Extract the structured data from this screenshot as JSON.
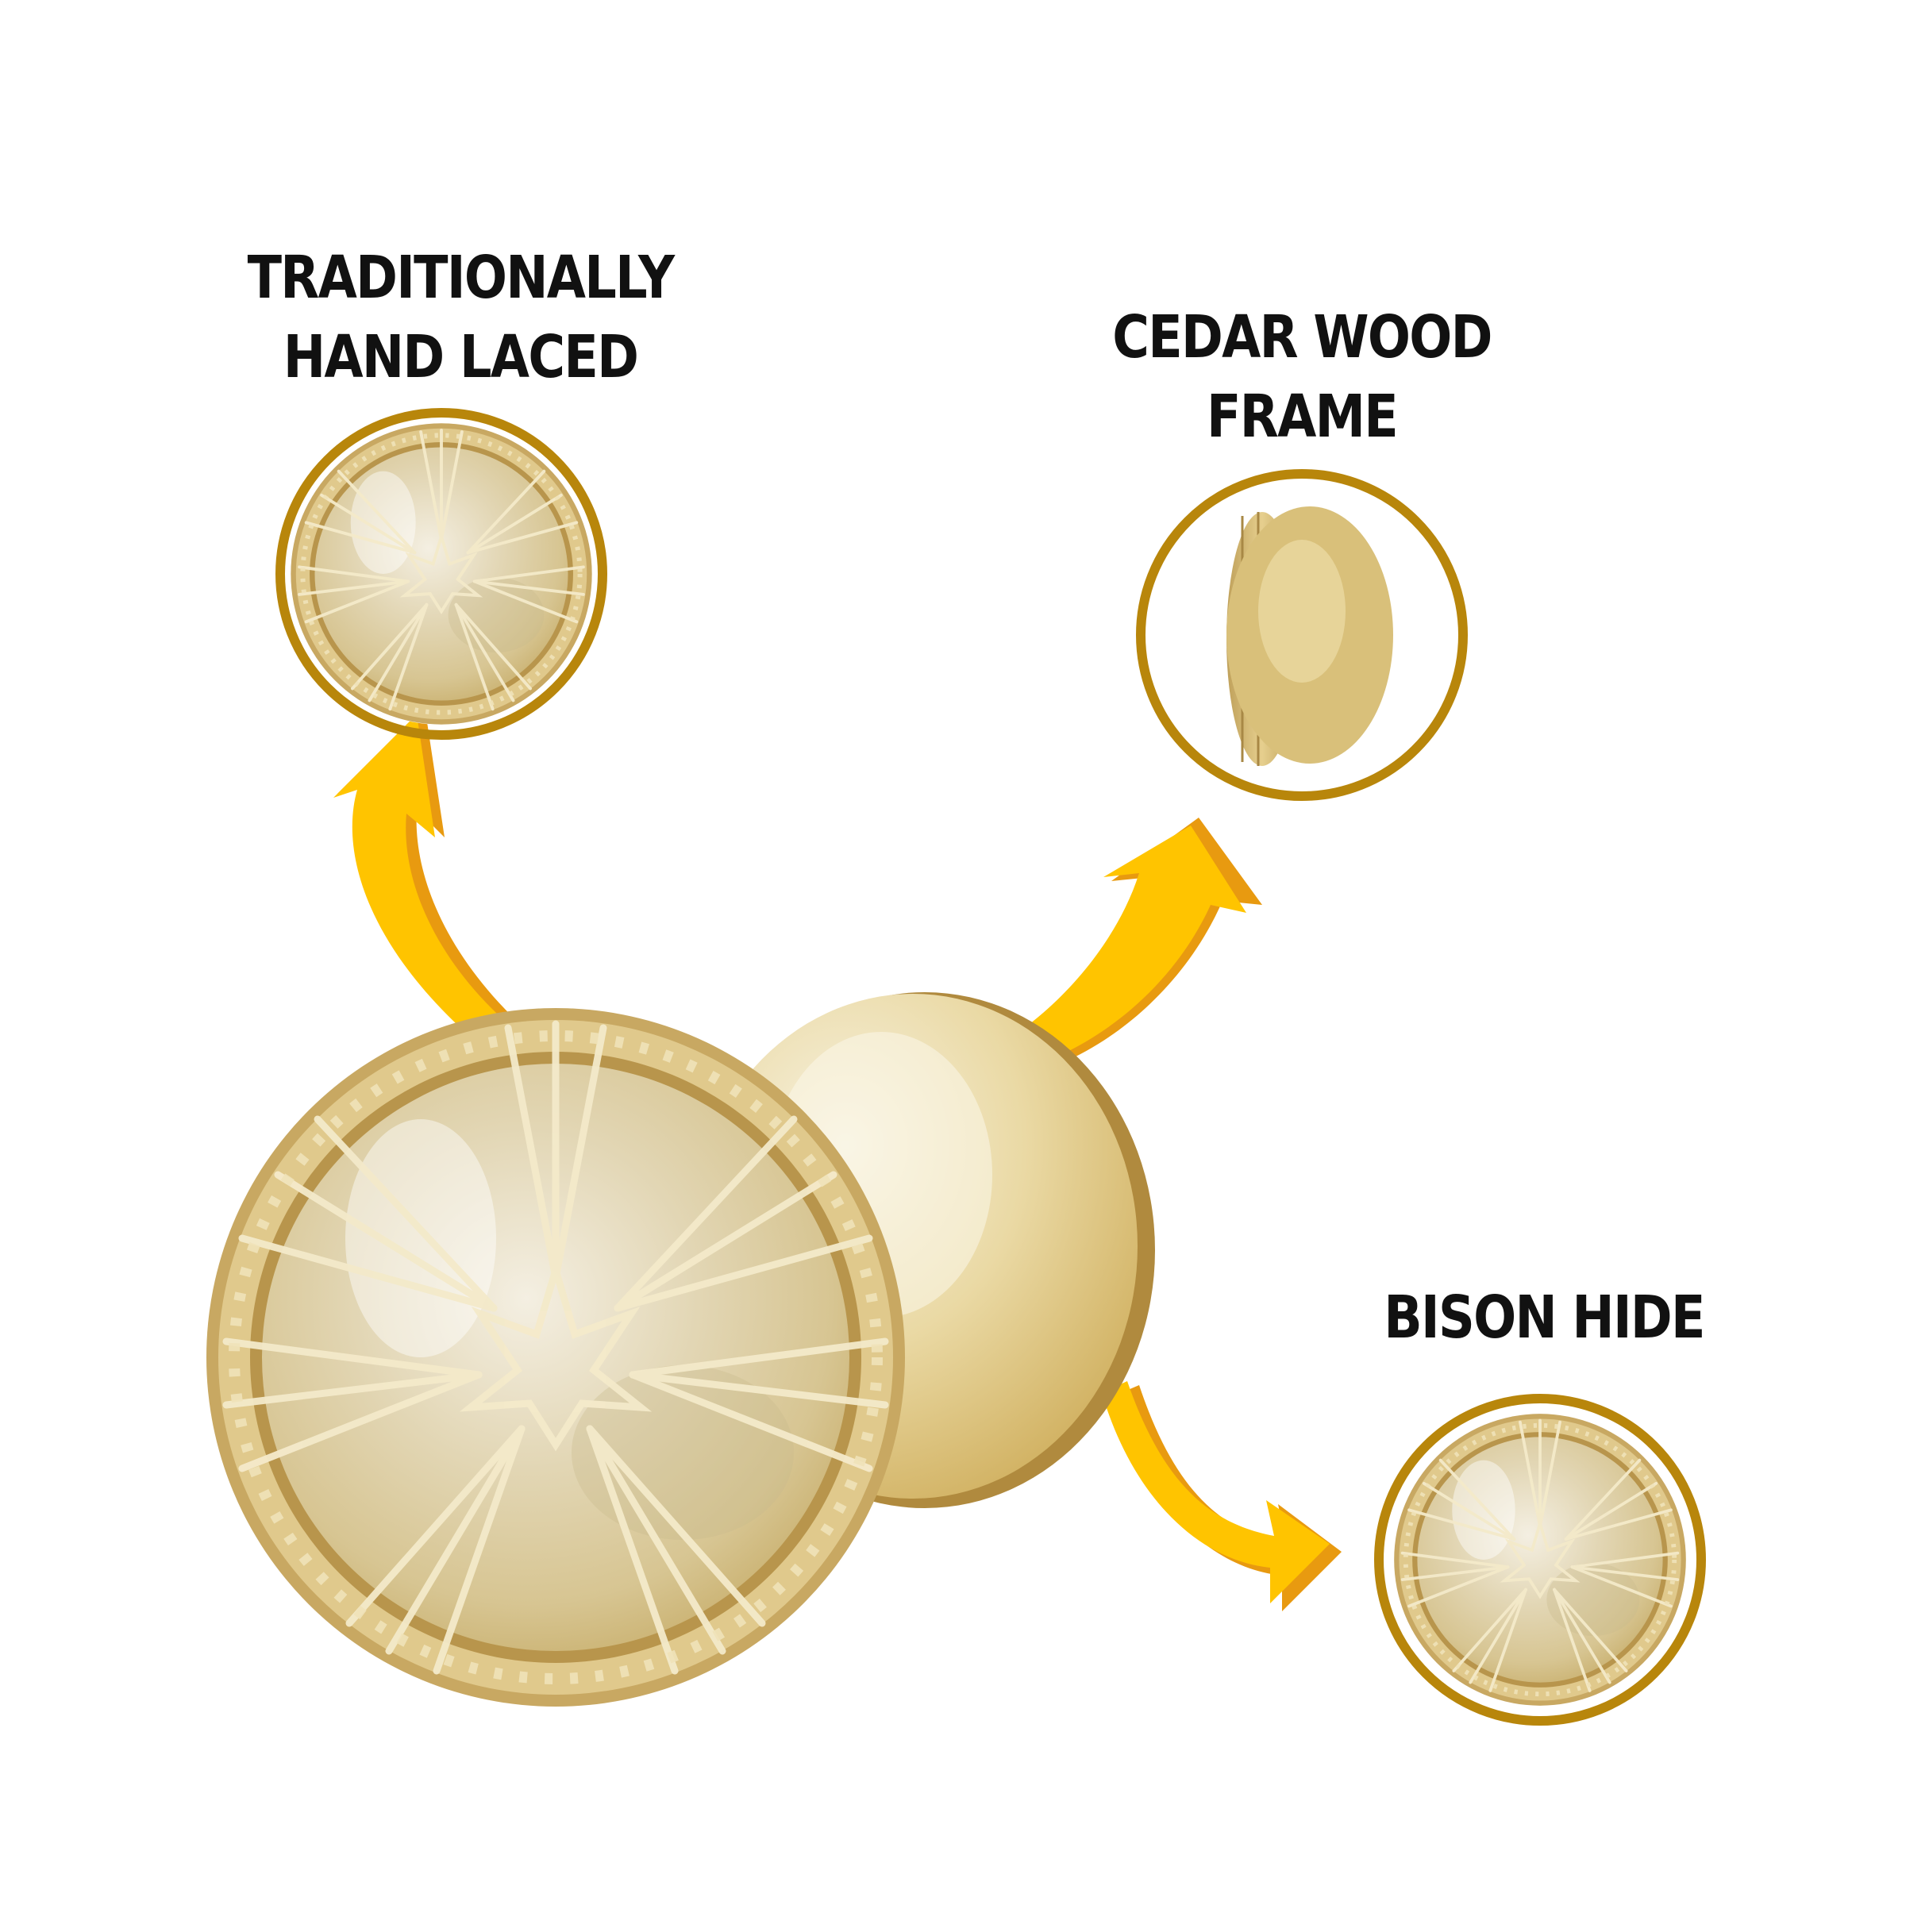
{
  "features": [
    {
      "lines": [
        "TRADITIONALLY",
        "HAND LACED"
      ]
    },
    {
      "lines": [
        "CEDAR WOOD",
        "FRAME"
      ]
    },
    {
      "lines": [
        "BISON HIDE"
      ]
    }
  ],
  "colors": {
    "ring": "#B8860B",
    "arrow": "#FFC400",
    "arrow_shadow": "#E89A10",
    "hide": "#E6DCBF",
    "frame_wood": "#D8BE78",
    "lacing": "#F3E9C8",
    "text": "#111111"
  }
}
